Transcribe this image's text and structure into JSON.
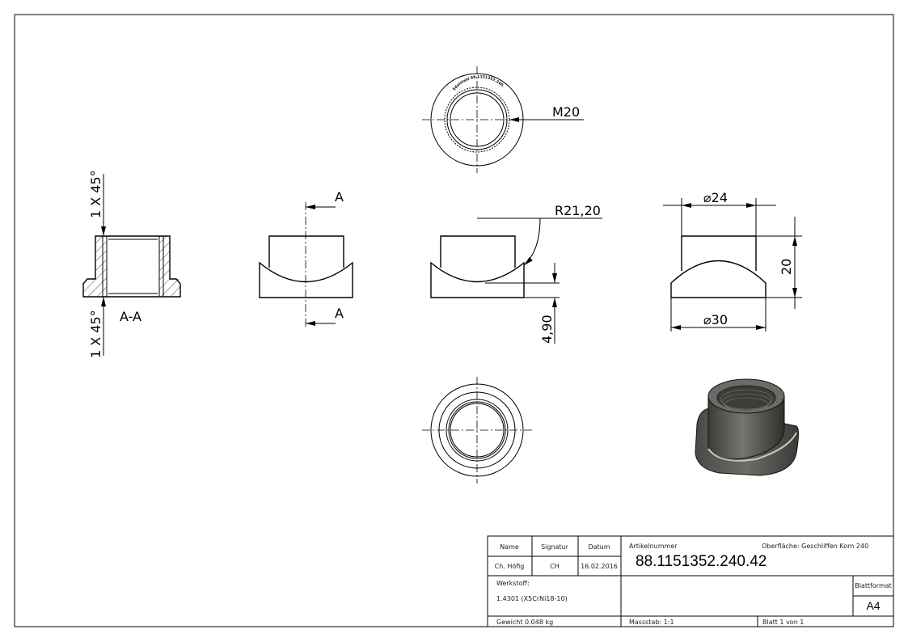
{
  "views": {
    "top": {
      "thread_label": "M20",
      "engraving": "Edelstahl 88.1151352.240.42"
    },
    "section": {
      "chamfer_top": "1 X 45°",
      "chamfer_bottom": "1 X 45°",
      "label": "A-A"
    },
    "front_cut": {
      "cut_label_top": "A",
      "cut_label_bottom": "A"
    },
    "side": {
      "radius": "R21,20",
      "depth": "4,90"
    },
    "right": {
      "dia_top": "⌀24",
      "height": "20",
      "dia_bottom": "⌀30"
    }
  },
  "title_block": {
    "name_header": "Name",
    "signature_header": "Signatur",
    "date_header": "Datum",
    "name": "Ch. Höfig",
    "signature": "CH",
    "date": "16.02.2016",
    "article_label": "Artikelnummer",
    "article_number": "88.1151352.240.42",
    "surface": "Oberfläche:  Geschliffen Korn 240",
    "material_label": "Werkstoff:",
    "material": "1.4301 (X5CrNi18-10)",
    "format_label": "Blattformat",
    "format": "A4",
    "weight": "Gewicht 0.048 kg",
    "scale": "Massstab: 1:1",
    "sheet": "Blatt 1 von 1"
  }
}
